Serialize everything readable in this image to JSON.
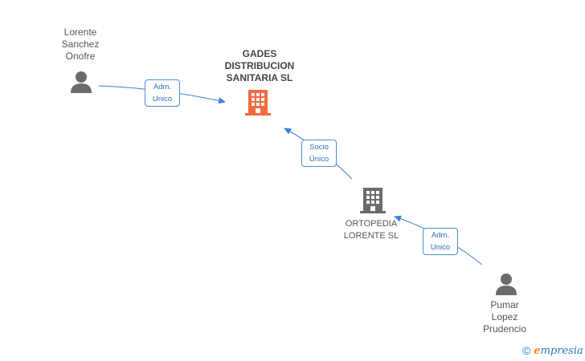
{
  "nodes": {
    "company_main": {
      "label": "GADES\nDISTRIBUCION\nSANITARIA SL",
      "color": "#f26a3e"
    },
    "company_ortopedia": {
      "label": "ORTOPEDIA\nLORENTE SL",
      "color": "#6b6b6b"
    },
    "person_lorente": {
      "label": "Lorente\nSanchez\nOnofre",
      "color": "#6b6b6b"
    },
    "person_pumar": {
      "label": "Pumar\nLopez\nPrudencio",
      "color": "#6b6b6b"
    }
  },
  "edges": {
    "lorente_to_main": {
      "label": "Adm.\nUnico"
    },
    "ortopedia_to_main": {
      "label": "Socio\nÚnico"
    },
    "pumar_to_ortopedia": {
      "label": "Adm.\nUnico"
    }
  },
  "colors": {
    "edge": "#3b7fd0",
    "edge_label_border": "#4a8fd6"
  },
  "footer": {
    "copyright_symbol": "©",
    "brand_first_letter": "e",
    "brand_rest": "mpresia"
  }
}
